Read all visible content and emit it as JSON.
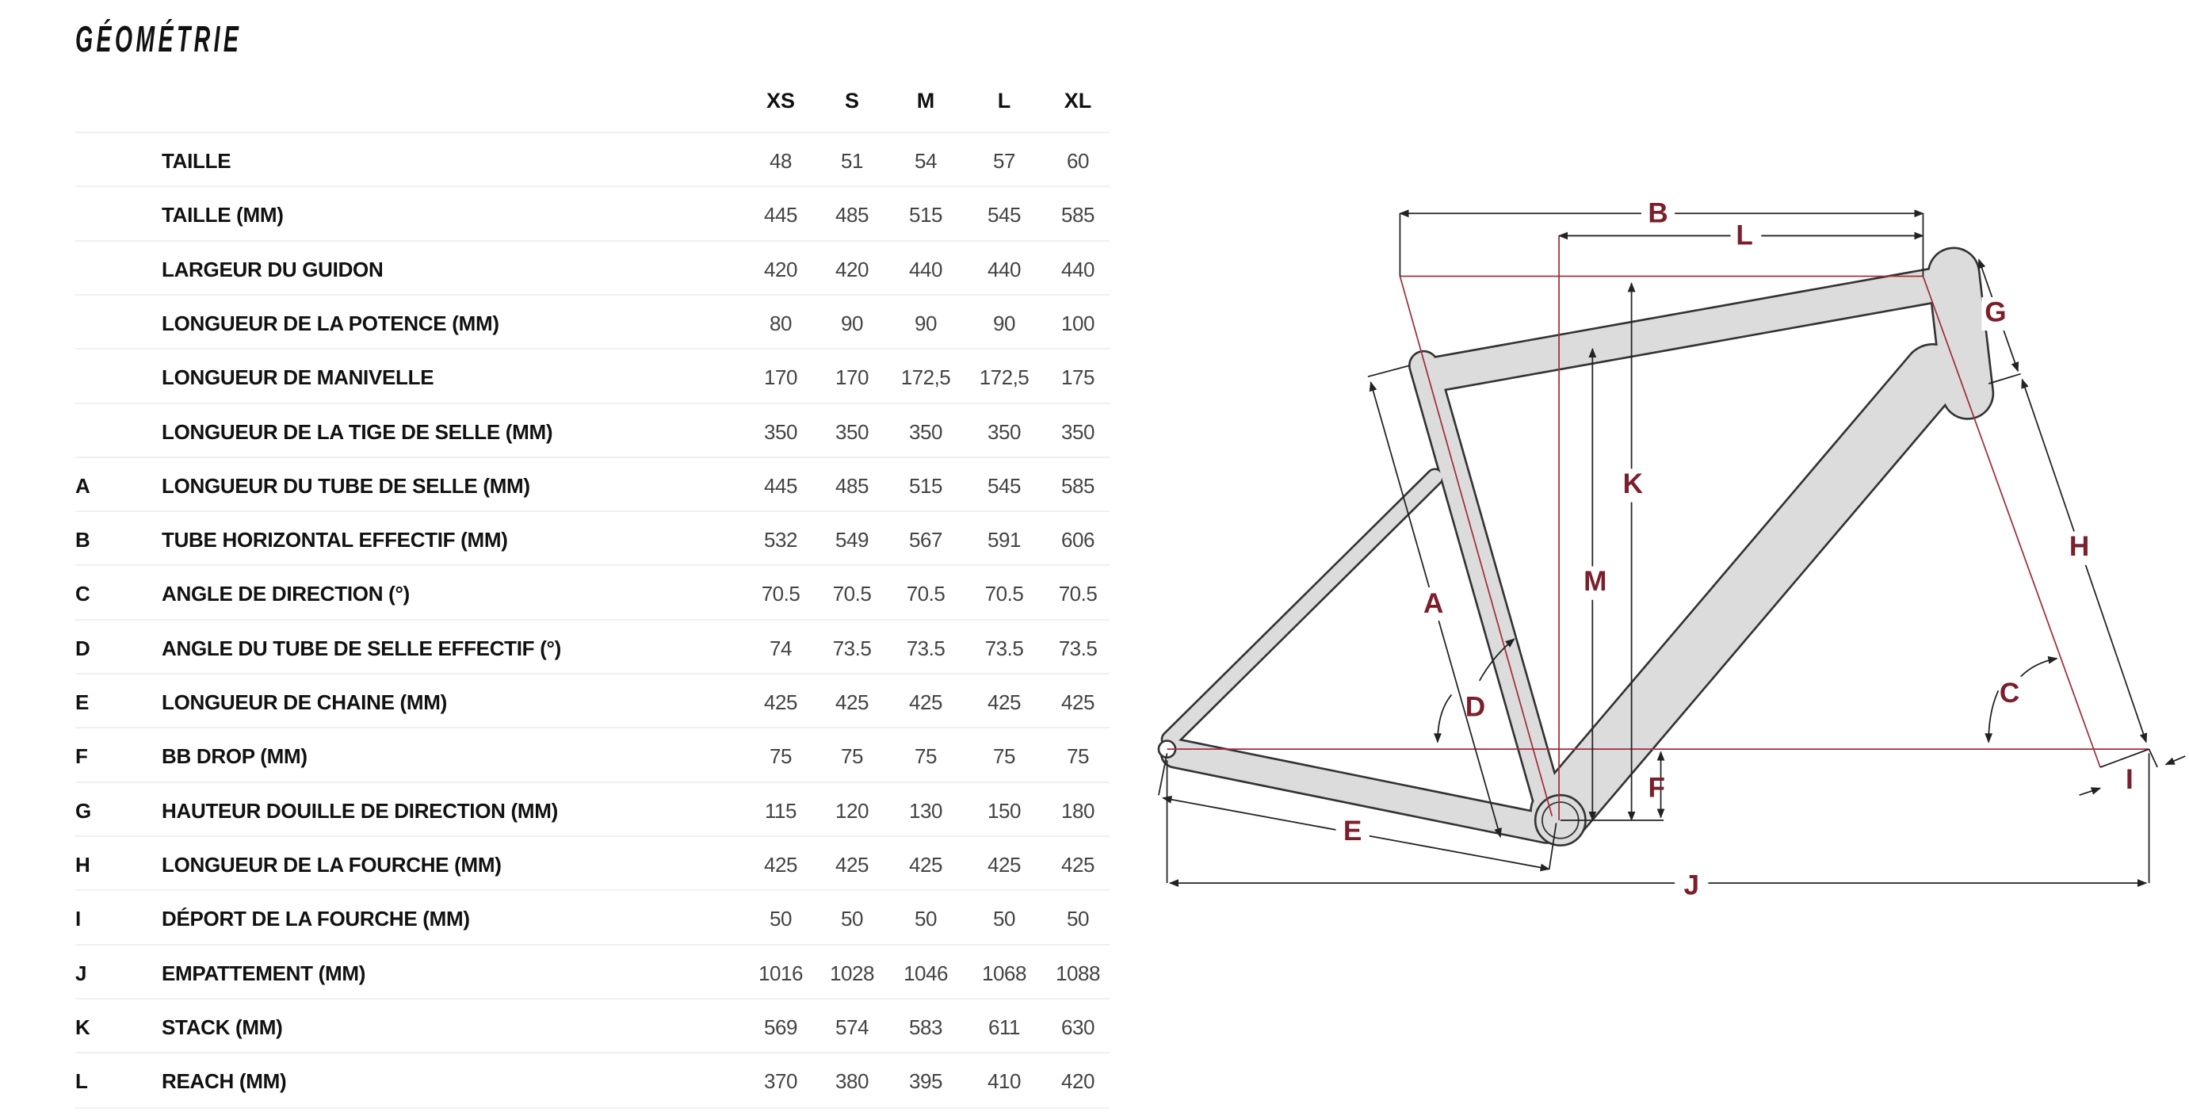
{
  "title": "GÉOMÉTRIE",
  "sizes": [
    "XS",
    "S",
    "M",
    "L",
    "XL"
  ],
  "rows": [
    {
      "letter": "",
      "label": "TAILLE",
      "values": [
        "48",
        "51",
        "54",
        "57",
        "60"
      ]
    },
    {
      "letter": "",
      "label": "TAILLE (MM)",
      "values": [
        "445",
        "485",
        "515",
        "545",
        "585"
      ]
    },
    {
      "letter": "",
      "label": "LARGEUR DU GUIDON",
      "values": [
        "420",
        "420",
        "440",
        "440",
        "440"
      ]
    },
    {
      "letter": "",
      "label": "LONGUEUR DE LA POTENCE (MM)",
      "values": [
        "80",
        "90",
        "90",
        "90",
        "100"
      ]
    },
    {
      "letter": "",
      "label": "LONGUEUR DE MANIVELLE",
      "values": [
        "170",
        "170",
        "172,5",
        "172,5",
        "175"
      ]
    },
    {
      "letter": "",
      "label": "LONGUEUR DE LA TIGE DE SELLE (MM)",
      "values": [
        "350",
        "350",
        "350",
        "350",
        "350"
      ]
    },
    {
      "letter": "A",
      "label": "LONGUEUR DU TUBE DE SELLE (MM)",
      "values": [
        "445",
        "485",
        "515",
        "545",
        "585"
      ]
    },
    {
      "letter": "B",
      "label": "TUBE HORIZONTAL EFFECTIF (MM)",
      "values": [
        "532",
        "549",
        "567",
        "591",
        "606"
      ]
    },
    {
      "letter": "C",
      "label": "ANGLE DE DIRECTION (°)",
      "values": [
        "70.5",
        "70.5",
        "70.5",
        "70.5",
        "70.5"
      ]
    },
    {
      "letter": "D",
      "label": "ANGLE DU TUBE DE SELLE EFFECTIF (°)",
      "values": [
        "74",
        "73.5",
        "73.5",
        "73.5",
        "73.5"
      ]
    },
    {
      "letter": "E",
      "label": "LONGUEUR DE CHAINE (MM)",
      "values": [
        "425",
        "425",
        "425",
        "425",
        "425"
      ]
    },
    {
      "letter": "F",
      "label": "BB DROP (MM)",
      "values": [
        "75",
        "75",
        "75",
        "75",
        "75"
      ]
    },
    {
      "letter": "G",
      "label": "HAUTEUR DOUILLE DE DIRECTION (MM)",
      "values": [
        "115",
        "120",
        "130",
        "150",
        "180"
      ]
    },
    {
      "letter": "H",
      "label": "LONGUEUR DE LA FOURCHE (MM)",
      "values": [
        "425",
        "425",
        "425",
        "425",
        "425"
      ]
    },
    {
      "letter": "I",
      "label": "DÉPORT DE LA FOURCHE (MM)",
      "values": [
        "50",
        "50",
        "50",
        "50",
        "50"
      ]
    },
    {
      "letter": "J",
      "label": "EMPATTEMENT (MM)",
      "values": [
        "1016",
        "1028",
        "1046",
        "1068",
        "1088"
      ]
    },
    {
      "letter": "K",
      "label": "STACK (MM)",
      "values": [
        "569",
        "574",
        "583",
        "611",
        "630"
      ]
    },
    {
      "letter": "L",
      "label": "REACH (MM)",
      "values": [
        "370",
        "380",
        "395",
        "410",
        "420"
      ]
    }
  ],
  "diagram_labels": {
    "A": "A",
    "B": "B",
    "C": "C",
    "D": "D",
    "E": "E",
    "F": "F",
    "G": "G",
    "H": "H",
    "I": "I",
    "J": "J",
    "K": "K",
    "L": "L",
    "M": "M"
  },
  "colors": {
    "accent": "#7a1f2b",
    "frame_fill": "#dcdcdc",
    "frame_stroke": "#333333",
    "axis_line": "#a0303c"
  }
}
